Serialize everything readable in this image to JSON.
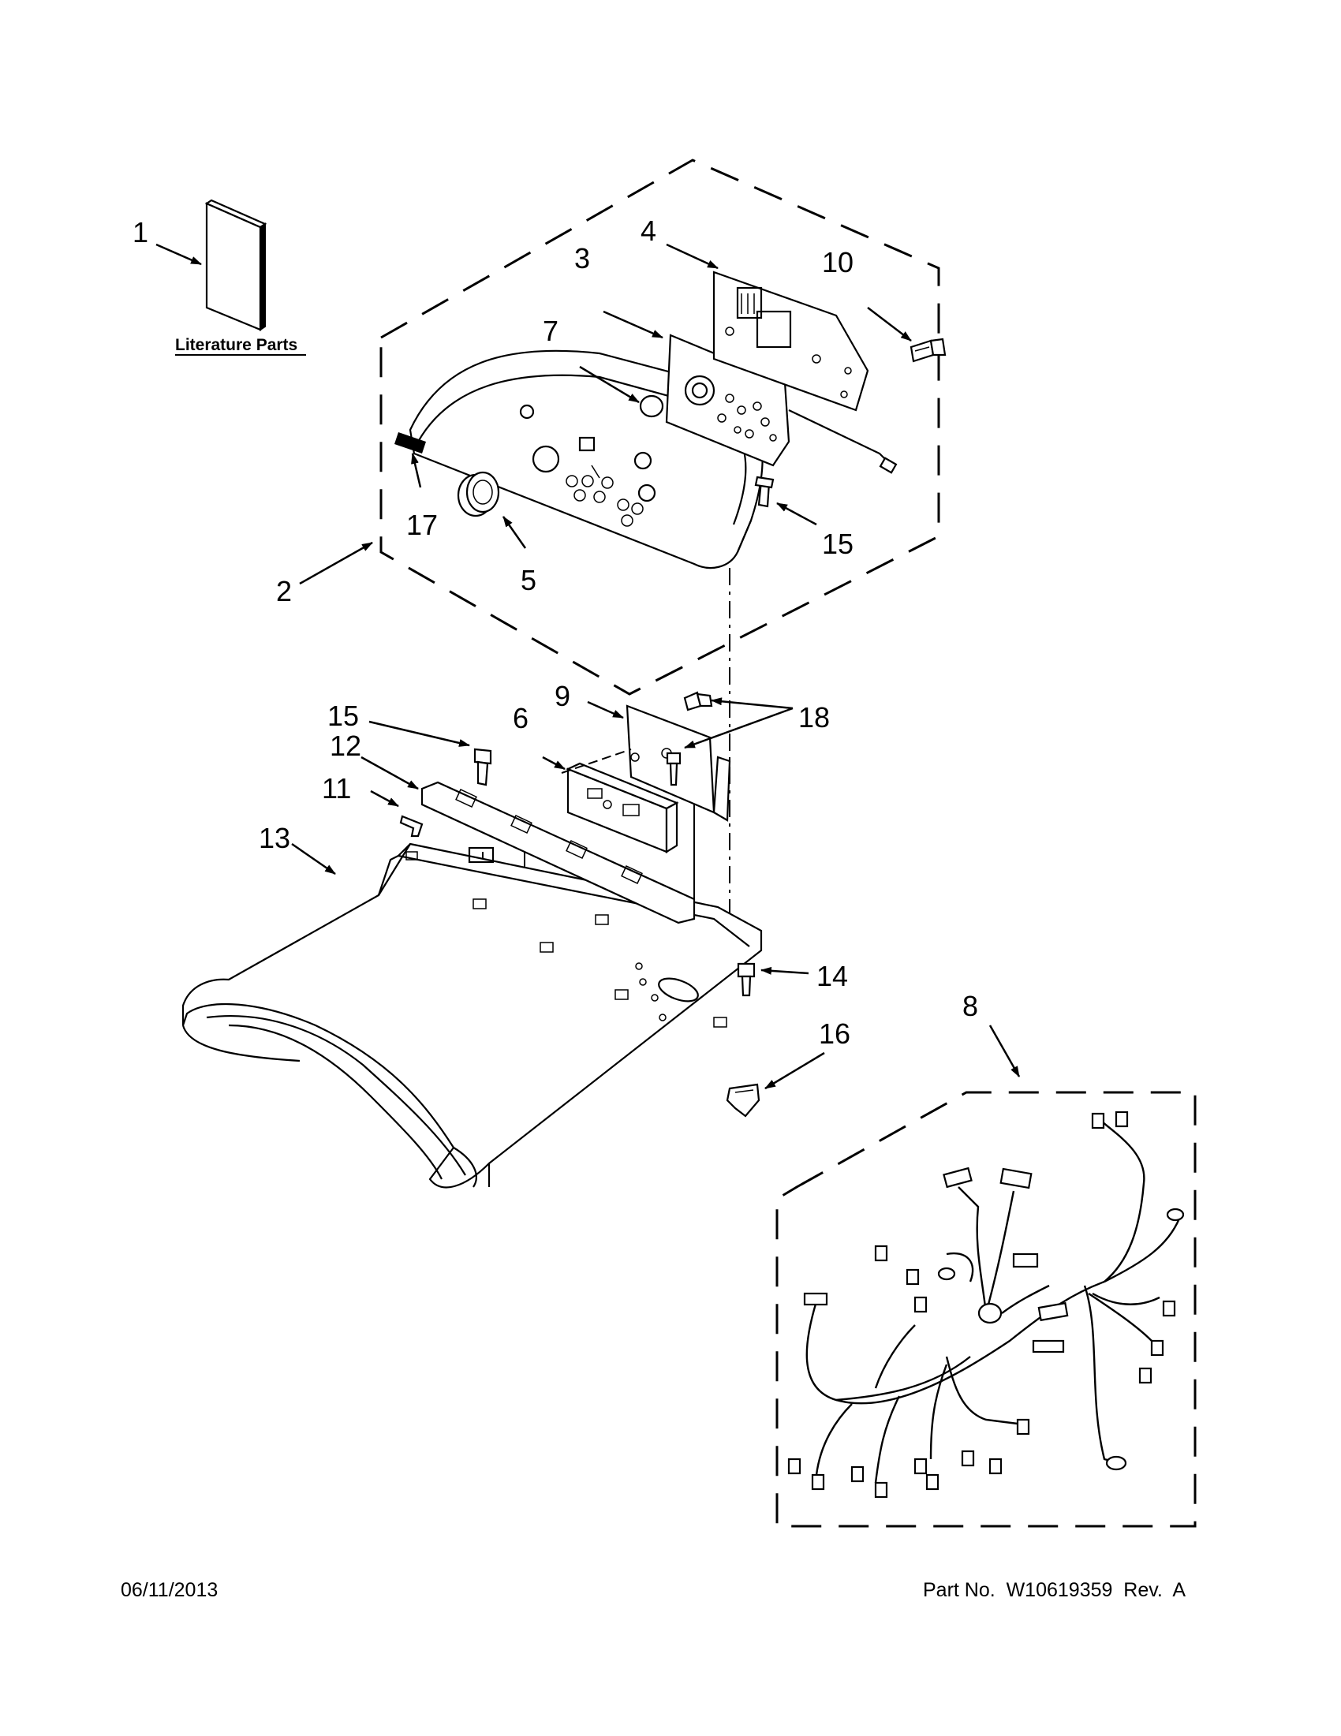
{
  "literature_label": "Literature Parts",
  "callouts": [
    {
      "id": "1",
      "text": "1"
    },
    {
      "id": "2",
      "text": "2"
    },
    {
      "id": "3",
      "text": "3"
    },
    {
      "id": "4",
      "text": "4"
    },
    {
      "id": "5",
      "text": "5"
    },
    {
      "id": "6",
      "text": "6"
    },
    {
      "id": "7",
      "text": "7"
    },
    {
      "id": "8",
      "text": "8"
    },
    {
      "id": "9",
      "text": "9"
    },
    {
      "id": "10",
      "text": "10"
    },
    {
      "id": "11",
      "text": "11"
    },
    {
      "id": "12",
      "text": "12"
    },
    {
      "id": "13",
      "text": "13"
    },
    {
      "id": "14",
      "text": "14"
    },
    {
      "id": "15a",
      "text": "15"
    },
    {
      "id": "15b",
      "text": "15"
    },
    {
      "id": "16",
      "text": "16"
    },
    {
      "id": "17",
      "text": "17"
    },
    {
      "id": "18",
      "text": "18"
    }
  ],
  "footer": {
    "date": "06/11/2013",
    "part": "Part No.  W10619359  Rev.  A"
  }
}
